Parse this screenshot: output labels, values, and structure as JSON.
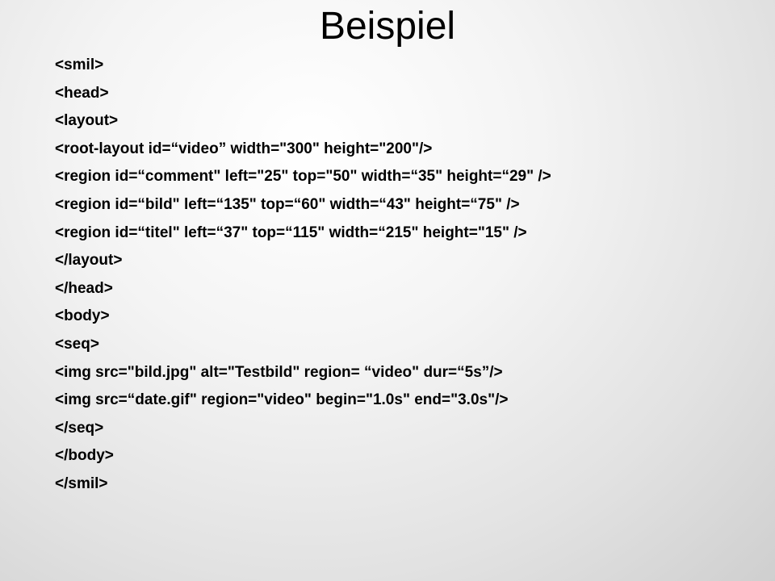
{
  "slide": {
    "title": "Beispiel",
    "lines": [
      "<smil>",
      "<head>",
      "<layout>",
      "<root-layout id=“video” width=\"300\" height=\"200\"/>",
      "<region id=“comment\" left=\"25\" top=\"50\" width=“35\" height=“29\" />",
      "<region id=“bild\" left=“135\" top=“60\" width=“43\" height=“75\" />",
      "<region id=“titel\" left=“37\" top=“115\" width=“215\" height=\"15\" />",
      "</layout>",
      "</head>",
      "<body>",
      "<seq>",
      "<img src=\"bild.jpg\" alt=\"Testbild\" region= “video\" dur=“5s”/>",
      "<img src=“date.gif\" region=\"video\" begin=\"1.0s\" end=\"3.0s\"/>",
      "</seq>",
      "</body>",
      "</smil>"
    ]
  }
}
